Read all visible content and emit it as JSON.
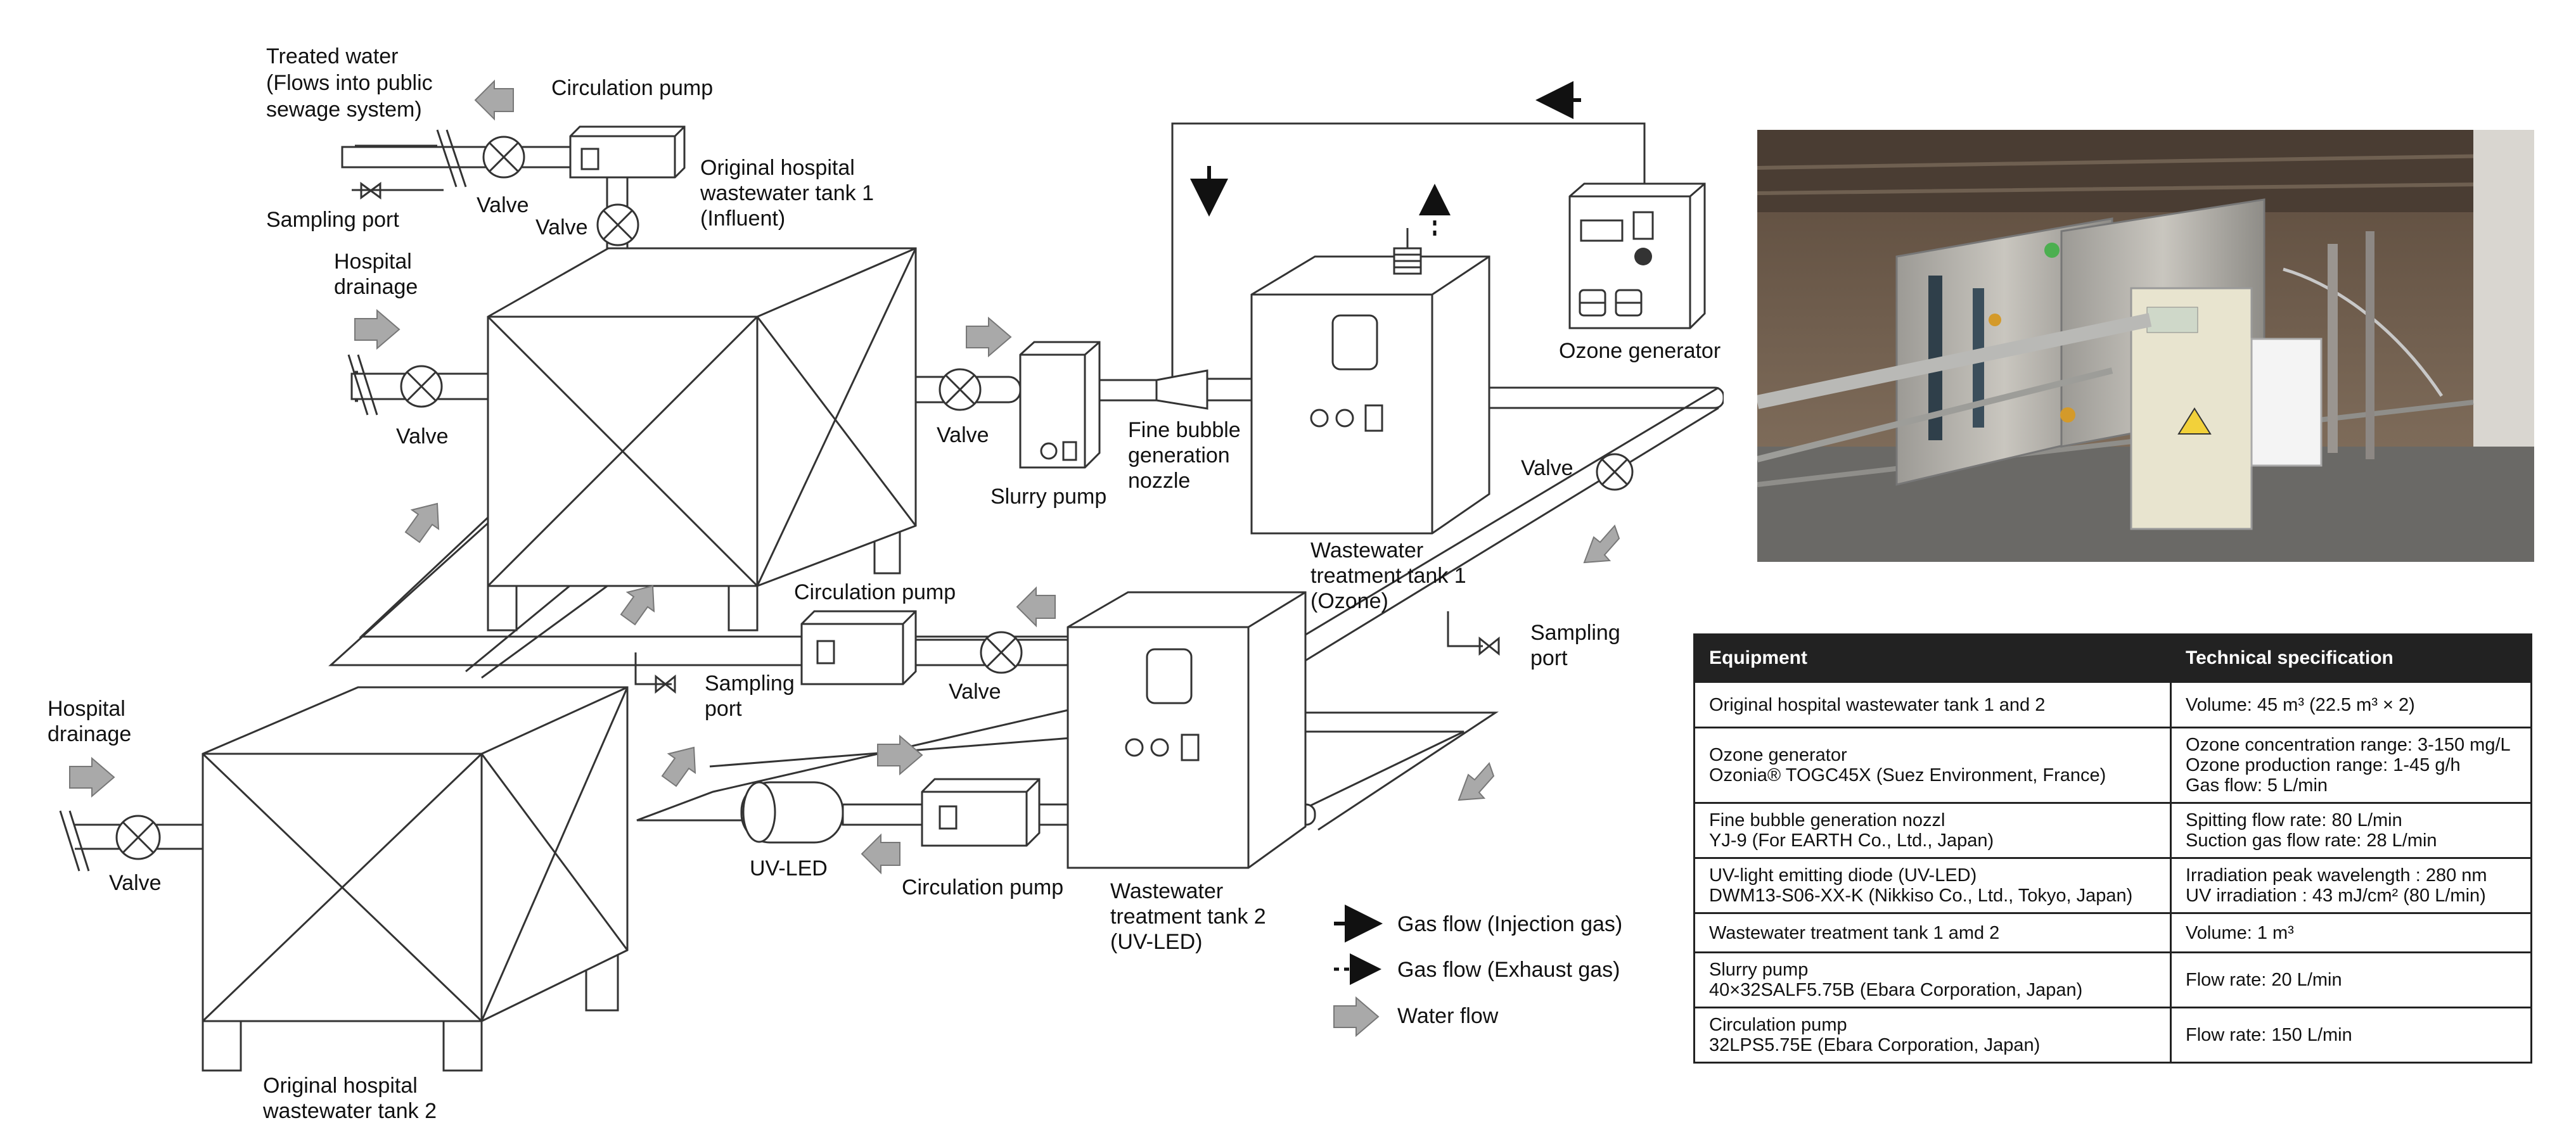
{
  "diagram": {
    "treated_water": [
      "Treated water",
      "(Flows into public",
      "sewage system)"
    ],
    "circulation_pump_top": "Circulation pump",
    "sampling_port_top": "Sampling port",
    "valve_label": "Valve",
    "original_tank1": [
      "Original hospital",
      "wastewater tank 1",
      "(Influent)"
    ],
    "hospital_drainage": [
      "Hospital",
      "drainage"
    ],
    "slurry_pump": "Slurry pump",
    "fine_bubble": [
      "Fine bubble",
      "generation",
      "nozzle"
    ],
    "ozone_generator": "Ozone generator",
    "treatment_tank1": [
      "Wastewater",
      "treatment tank 1",
      "(Ozone)"
    ],
    "sampling_port_split": [
      "Sampling",
      "port"
    ],
    "circulation_pump": "Circulation pump",
    "uv_led": "UV-LED",
    "treatment_tank2": [
      "Wastewater",
      "treatment tank 2",
      "(UV-LED)"
    ],
    "original_tank2": [
      "Original hospital",
      "wastewater tank 2"
    ],
    "legend": {
      "gas_injection": "Gas flow (Injection gas)",
      "gas_exhaust": "Gas flow (Exhaust gas)",
      "water_flow": "Water flow"
    }
  },
  "table": {
    "headers": [
      "Equipment",
      "Technical specification"
    ],
    "rows": [
      {
        "equipment": [
          "Original hospital wastewater tank 1 and 2"
        ],
        "spec": [
          "Volume: 45 m³ (22.5 m³ × 2)"
        ]
      },
      {
        "equipment": [
          "Ozone generator",
          "Ozonia® TOGC45X (Suez Environment, France)"
        ],
        "spec": [
          "Ozone concentration range: 3-150 mg/L",
          "Ozone production range: 1-45 g/h",
          "Gas flow: 5 L/min"
        ]
      },
      {
        "equipment": [
          "Fine bubble generation nozzl",
          "YJ-9 (For EARTH Co., Ltd., Japan)"
        ],
        "spec": [
          "Spitting flow rate: 80 L/min",
          "Suction gas flow rate: 28 L/min"
        ]
      },
      {
        "equipment": [
          "UV-light emitting diode (UV-LED)",
          "DWM13-S06-XX-K (Nikkiso Co., Ltd., Tokyo, Japan)"
        ],
        "spec": [
          "Irradiation peak wavelength : 280 nm",
          "UV irradiation : 43 mJ/cm² (80 L/min)"
        ]
      },
      {
        "equipment": [
          "Wastewater treatment tank 1 amd 2"
        ],
        "spec": [
          "Volume: 1 m³"
        ]
      },
      {
        "equipment": [
          "Slurry pump",
          "40×32SALF5.75B (Ebara Corporation, Japan)"
        ],
        "spec": [
          "Flow rate: 20 L/min"
        ]
      },
      {
        "equipment": [
          "Circulation pump",
          "32LPS5.75E (Ebara Corporation, Japan)"
        ],
        "spec": [
          "Flow rate: 150 L/min"
        ]
      }
    ]
  }
}
